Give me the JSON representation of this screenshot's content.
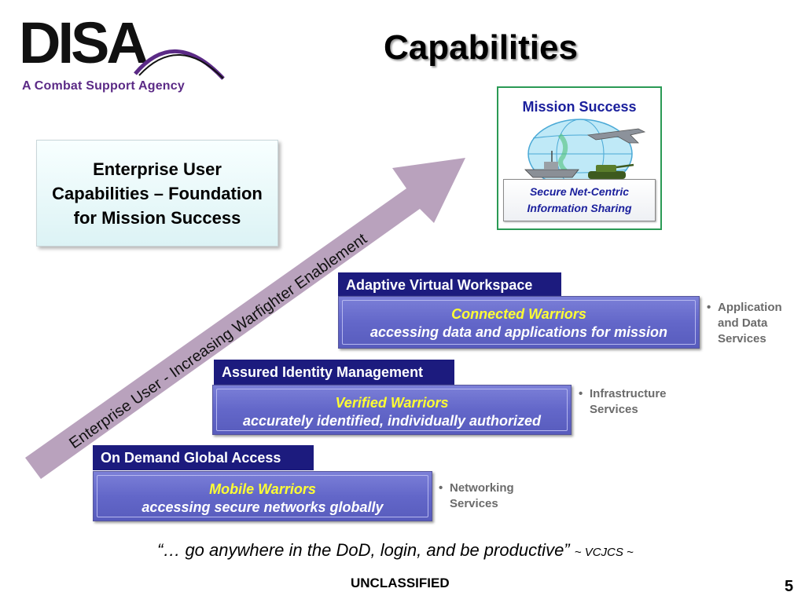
{
  "header": {
    "logo_text": "DISA",
    "tagline": "A Combat Support Agency",
    "title": "Capabilities"
  },
  "foundation_box": {
    "text": "Enterprise User Capabilities – Foundation for Mission Success"
  },
  "arrow": {
    "label": "Enterprise User  - Increasing Warfighter Enablement",
    "color": "#b9a2bd"
  },
  "mission": {
    "title": "Mission Success",
    "caption_line1": "Secure Net-Centric",
    "caption_line2": "Information Sharing",
    "art_icons": [
      "globe-icon",
      "fighter-jet-icon",
      "warship-icon",
      "tank-icon"
    ]
  },
  "tiers": [
    {
      "header": "Adaptive Virtual Workspace",
      "title": "Connected Warriors",
      "subtitle": "accessing data and applications for mission",
      "services": "Application and Data Services"
    },
    {
      "header": "Assured Identity Management",
      "title": "Verified Warriors",
      "subtitle": "accurately identified, individually authorized",
      "services": "Infrastructure Services"
    },
    {
      "header": "On Demand Global Access",
      "title": "Mobile Warriors",
      "subtitle": "accessing secure networks globally",
      "services": "Networking Services"
    }
  ],
  "footer": {
    "quote": "“… go anywhere in the DoD, login, and be productive”",
    "quote_attribution": "~ VCJCS ~",
    "classification": "UNCLASSIFIED",
    "page_number": "5"
  },
  "colors": {
    "header_bar": "#1c1b7e",
    "tier_fill": "#6367c9",
    "tier_title": "#ffff33",
    "mission_border": "#2a9a55",
    "brand_purple": "#5b2a86"
  }
}
